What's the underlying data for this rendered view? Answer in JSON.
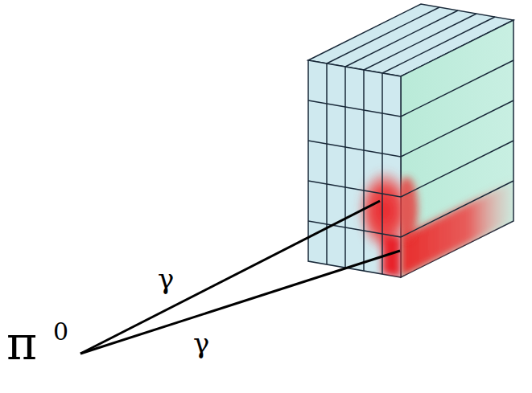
{
  "diagram": {
    "labels": [
      "π",
      "0",
      "γ",
      "γ"
    ]
  }
}
